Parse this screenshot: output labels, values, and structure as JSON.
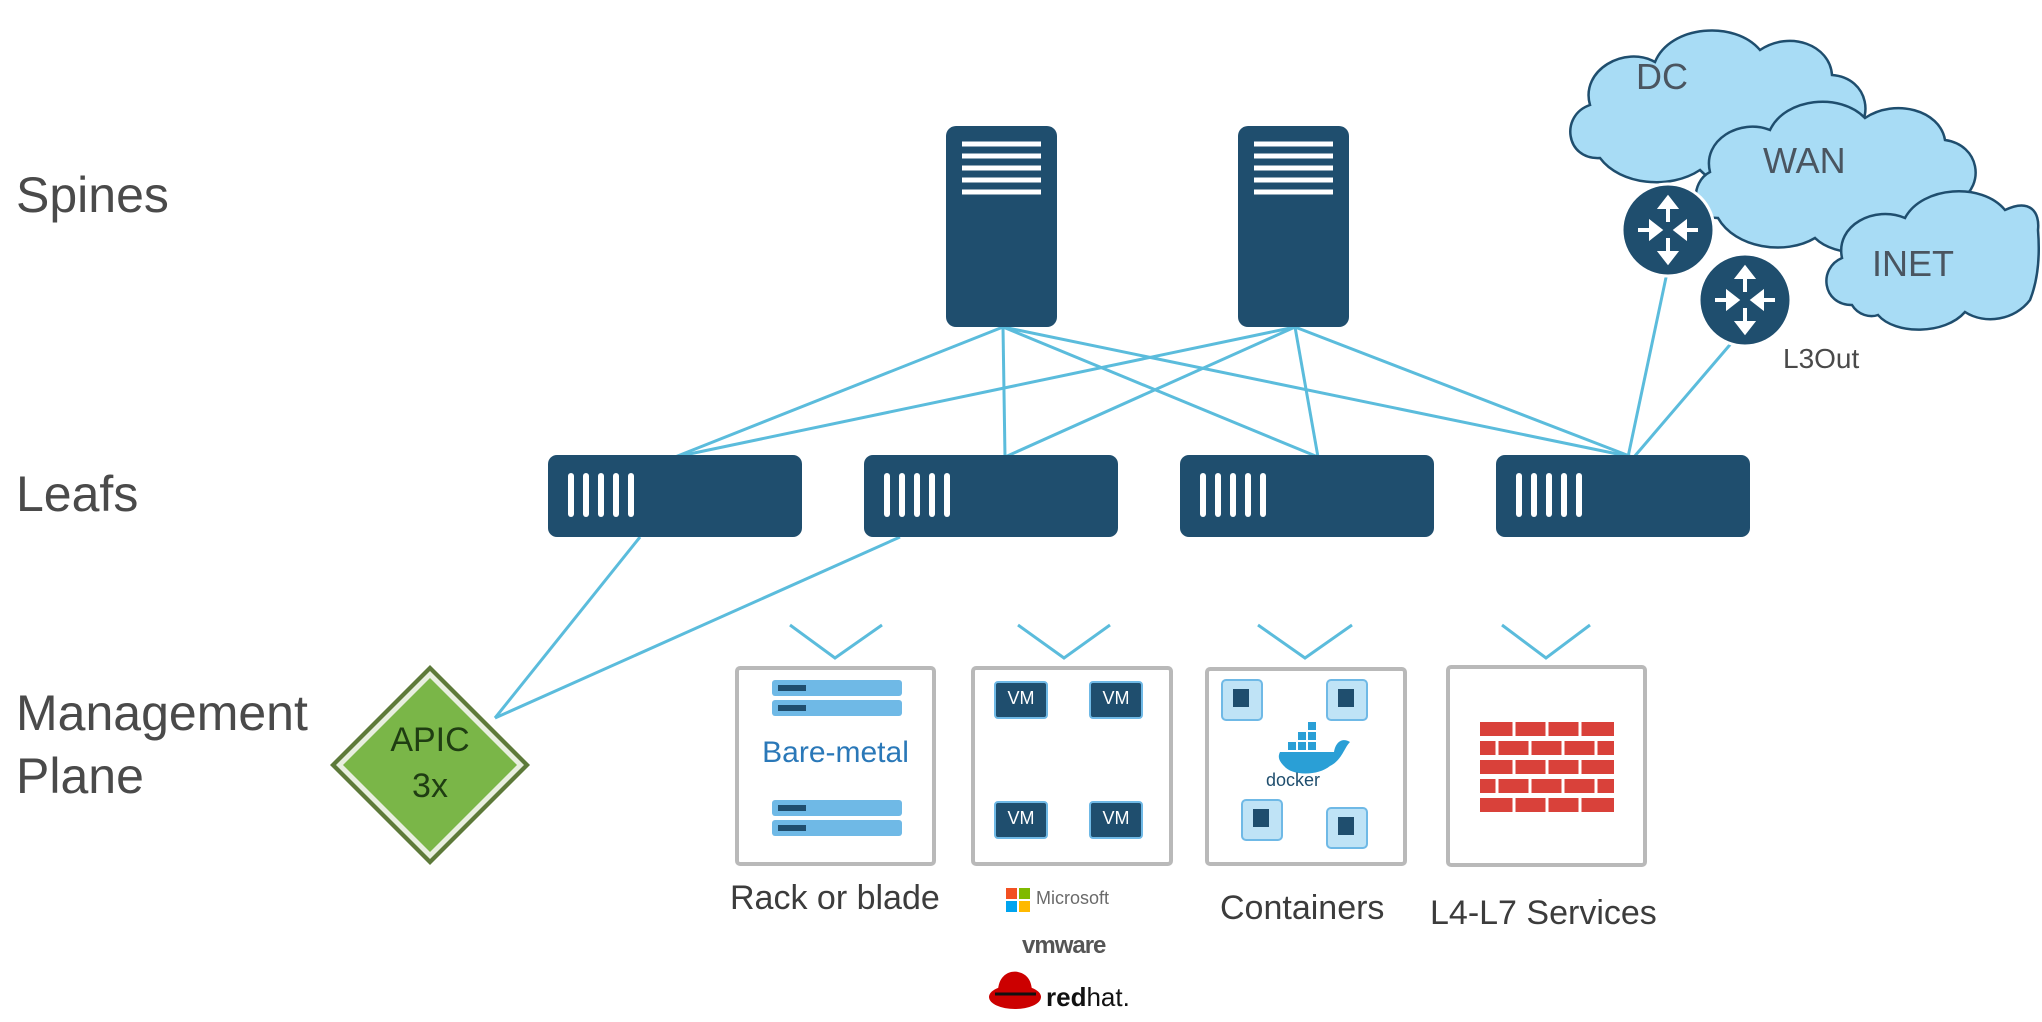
{
  "row_labels": {
    "spines": "Spines",
    "leafs": "Leafs",
    "management_line1": "Management",
    "management_line2": "Plane"
  },
  "apic": {
    "line1": "APIC",
    "line2": "3x",
    "color": "#7ab648"
  },
  "clouds": {
    "dc": "DC",
    "wan": "WAN",
    "inet": "INET",
    "color": "#a8dcf5"
  },
  "l3out_label": "L3Out",
  "endpoints": {
    "bare_metal_label": "Bare-metal",
    "vm_label": "VM",
    "docker_label": "docker",
    "rack_caption": "Rack or blade",
    "containers_caption": "Containers",
    "services_caption": "L4-L7 Services"
  },
  "vendors": {
    "microsoft": "Microsoft",
    "vmware": "vmware",
    "redhat_bold": "red",
    "redhat_light": "hat."
  },
  "colors": {
    "device": "#1f4e6e",
    "link": "#5bbcdc",
    "frame": "#b9b9b9",
    "firewall": "#d9413a",
    "server_light": "#6fb9e6"
  }
}
